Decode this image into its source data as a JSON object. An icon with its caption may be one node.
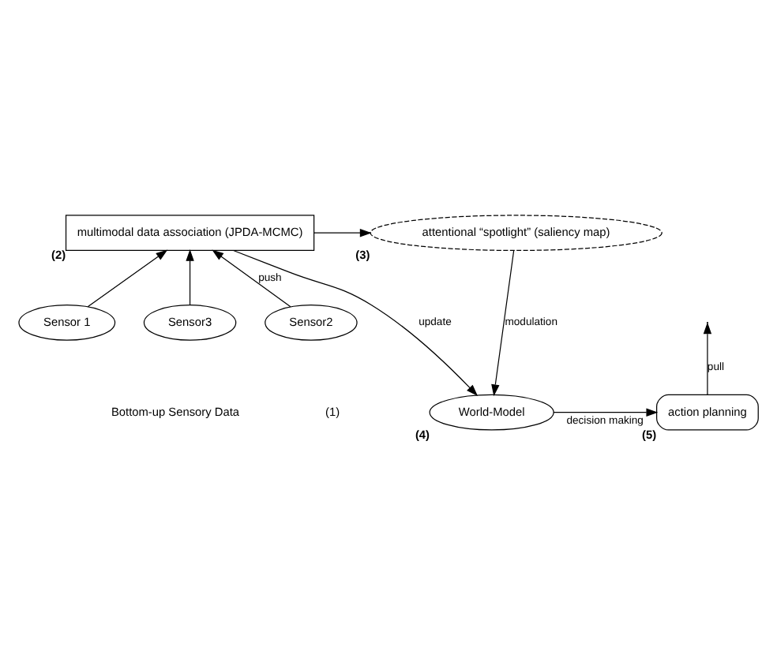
{
  "diagram": {
    "nodes": [
      {
        "text": [
          "action planning"
        ],
        "beside": [
          "(5)"
        ]
      },
      {
        "text": [
          "World-Model"
        ],
        "beside": [
          "(4)"
        ]
      },
      {
        "text": [
          "multimodal data association (JPDA-MCMC)"
        ],
        "beside": [
          "(2)"
        ]
      },
      {
        "text": [
          "attentional “spotlight” (saliency map)"
        ],
        "beside": [
          "(3)"
        ]
      },
      {
        "text": [
          "Sensor 1"
        ]
      },
      {
        "text": [
          "Sensor2"
        ]
      },
      {
        "text": [
          "Sensor3"
        ]
      }
    ],
    "edges": [
      {
        "from": 1,
        "to": 0,
        "arrow": "to",
        "label": "decision making"
      },
      {
        "from": 2,
        "to": 1,
        "arrow": "to",
        "label": "update"
      },
      {
        "from": 3,
        "to": 1,
        "arrow": "to",
        "label": "modulation"
      },
      {
        "from": 2,
        "to": 3,
        "arrow": "to"
      },
      {
        "from": 4,
        "to": 2,
        "arrow": "to"
      },
      {
        "from": 5,
        "to": 2,
        "arrow": "to",
        "label": "push"
      },
      {
        "from": 6,
        "to": 2,
        "arrow": "to"
      },
      {
        "from": 0,
        "to": null,
        "arrow": "to",
        "label": "pull"
      }
    ],
    "labels": [
      "(1)",
      "Bottom-up Sensory Data"
    ]
  }
}
